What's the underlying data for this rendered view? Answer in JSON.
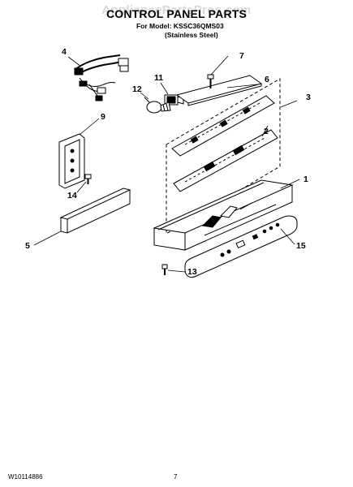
{
  "header": {
    "watermark": "AppliancePartsPros.com",
    "title": "CONTROL PANEL PARTS",
    "model_line": "For Model: KSSC36QMS03",
    "finish_line": "(Stainless Steel)"
  },
  "callouts": [
    "1",
    "2",
    "3",
    "4",
    "5",
    "6",
    "7",
    "9",
    "11",
    "12",
    "13",
    "14",
    "15"
  ],
  "footer": {
    "doc_code": "W10114886",
    "page_number": "7"
  }
}
